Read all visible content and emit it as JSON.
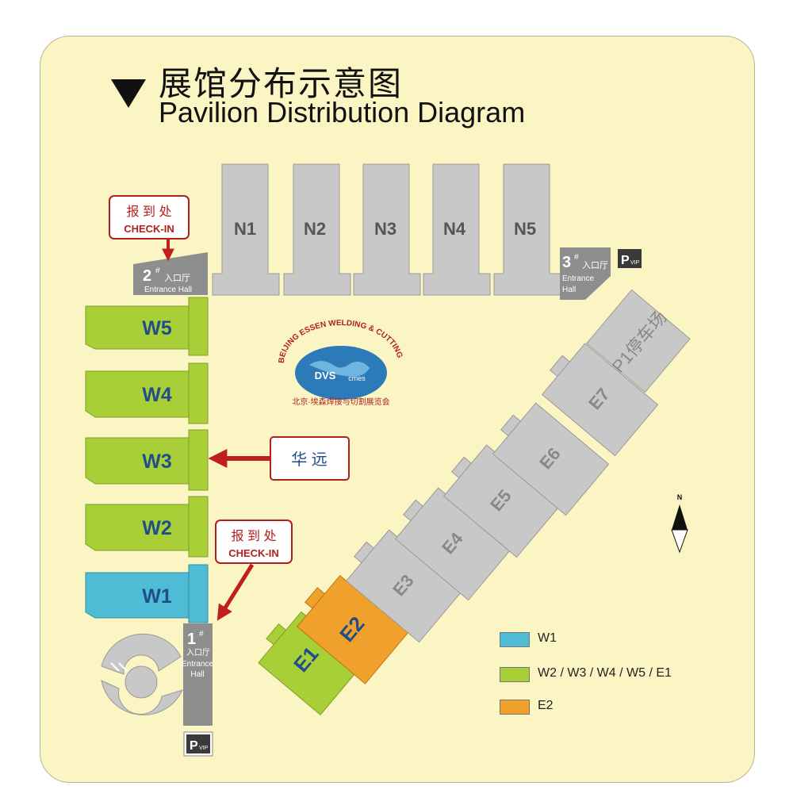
{
  "title": {
    "cn": "展馆分布示意图",
    "en": "Pavilion Distribution Diagram"
  },
  "colors": {
    "background": "#fbf5c3",
    "hall_gray": "#c8c8c8",
    "green": "#a9cf38",
    "blue": "#4fbcd6",
    "orange": "#f0a12b",
    "callout_red": "#b0201e",
    "label_blue": "#1f4e8a"
  },
  "halls": {
    "north": [
      "N1",
      "N2",
      "N3",
      "N4",
      "N5"
    ],
    "west": [
      "W5",
      "W4",
      "W3",
      "W2",
      "W1"
    ],
    "east": [
      "E1",
      "E2",
      "E3",
      "E4",
      "E5",
      "E6",
      "E7"
    ],
    "parking": "P1停车场"
  },
  "entrances": [
    {
      "num": "2",
      "cn": "入口厅",
      "en1": "Entrance Hall",
      "en2": ""
    },
    {
      "num": "3",
      "cn": "入口厅",
      "en1": "Entrance",
      "en2": "Hall"
    },
    {
      "num": "1",
      "cn": "入口厅",
      "en1": "Entrance",
      "en2": "Hall"
    }
  ],
  "sup": "#",
  "vip": {
    "p": "P",
    "vip": "VIP"
  },
  "checkin": {
    "cn": "报 到 处",
    "en": "CHECK-IN"
  },
  "huayuan": "华 远",
  "north_mark": "N",
  "logo": {
    "arc_text": "BEIJING ESSEN WELDING & CUTTING",
    "dvs": "DVS",
    "cmes": "cmes",
    "bottom_text": "北京·埃森焊接与切割展览会"
  },
  "legend": [
    {
      "color": "#4fbcd6",
      "label": "W1"
    },
    {
      "color": "#a9cf38",
      "label": "W2 / W3 / W4 / W5 / E1"
    },
    {
      "color": "#f0a12b",
      "label": "E2"
    }
  ]
}
